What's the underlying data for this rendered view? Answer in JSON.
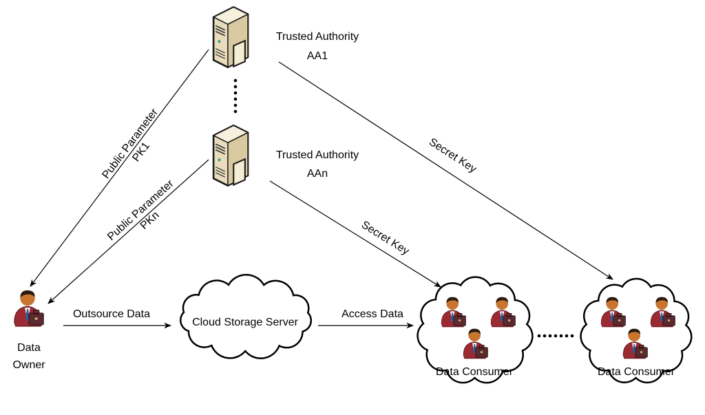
{
  "authorities": [
    {
      "title": "Trusted Authority",
      "id": "AA1"
    },
    {
      "title": "Trusted Authority",
      "id": "AAn"
    }
  ],
  "edges": {
    "pk1": {
      "line1": "Public Parameter",
      "line2": "PK1"
    },
    "pkn": {
      "line1": "Public Parameter",
      "line2": "PKn"
    },
    "secret1": "Secret Key",
    "secretn": "Secret Key",
    "outsource": "Outsource Data",
    "access": "Access Data"
  },
  "owner": {
    "line1": "Data",
    "line2": "Owner"
  },
  "cloud_server": "Cloud Storage Server",
  "consumers": [
    {
      "label": "Data Consumer"
    },
    {
      "label": "Data Consumer"
    }
  ],
  "icons": {
    "server": "server-tower-icon",
    "person": "businessman-with-briefcase-icon"
  },
  "colors": {
    "server": "#ede3c8",
    "suit": "#9b2a32",
    "line": "#000000"
  }
}
